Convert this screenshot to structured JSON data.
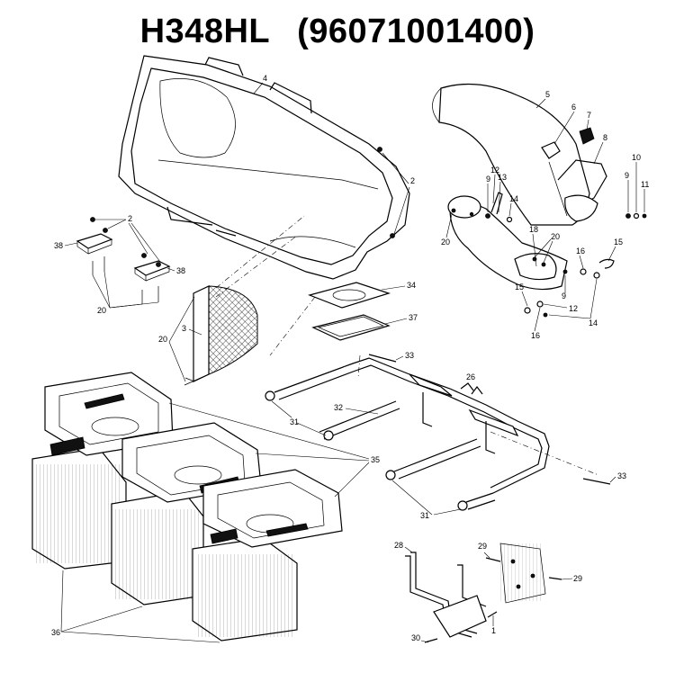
{
  "title": {
    "model": "H348HL",
    "part_number": "(96071001400)"
  },
  "callouts": {
    "c1": "1",
    "c2a": "2",
    "c2b": "2",
    "c3": "3",
    "c4": "4",
    "c5": "5",
    "c6": "6",
    "c7": "7",
    "c8": "8",
    "c9a": "9",
    "c9b": "9",
    "c9c": "9",
    "c10": "10",
    "c11": "11",
    "c12a": "12",
    "c12b": "12",
    "c13": "13",
    "c14a": "14",
    "c14b": "14",
    "c15a": "15",
    "c15b": "15",
    "c16a": "16",
    "c16b": "16",
    "c18": "18",
    "c20a": "20",
    "c20b": "20",
    "c20c": "20",
    "c20d": "20",
    "c26": "26",
    "c28": "28",
    "c29a": "29",
    "c29b": "29",
    "c30": "30",
    "c31a": "31",
    "c31b": "31",
    "c32": "32",
    "c33a": "33",
    "c33b": "33",
    "c34": "34",
    "c35": "35",
    "c36": "36",
    "c37": "37",
    "c38a": "38",
    "c38b": "38"
  }
}
